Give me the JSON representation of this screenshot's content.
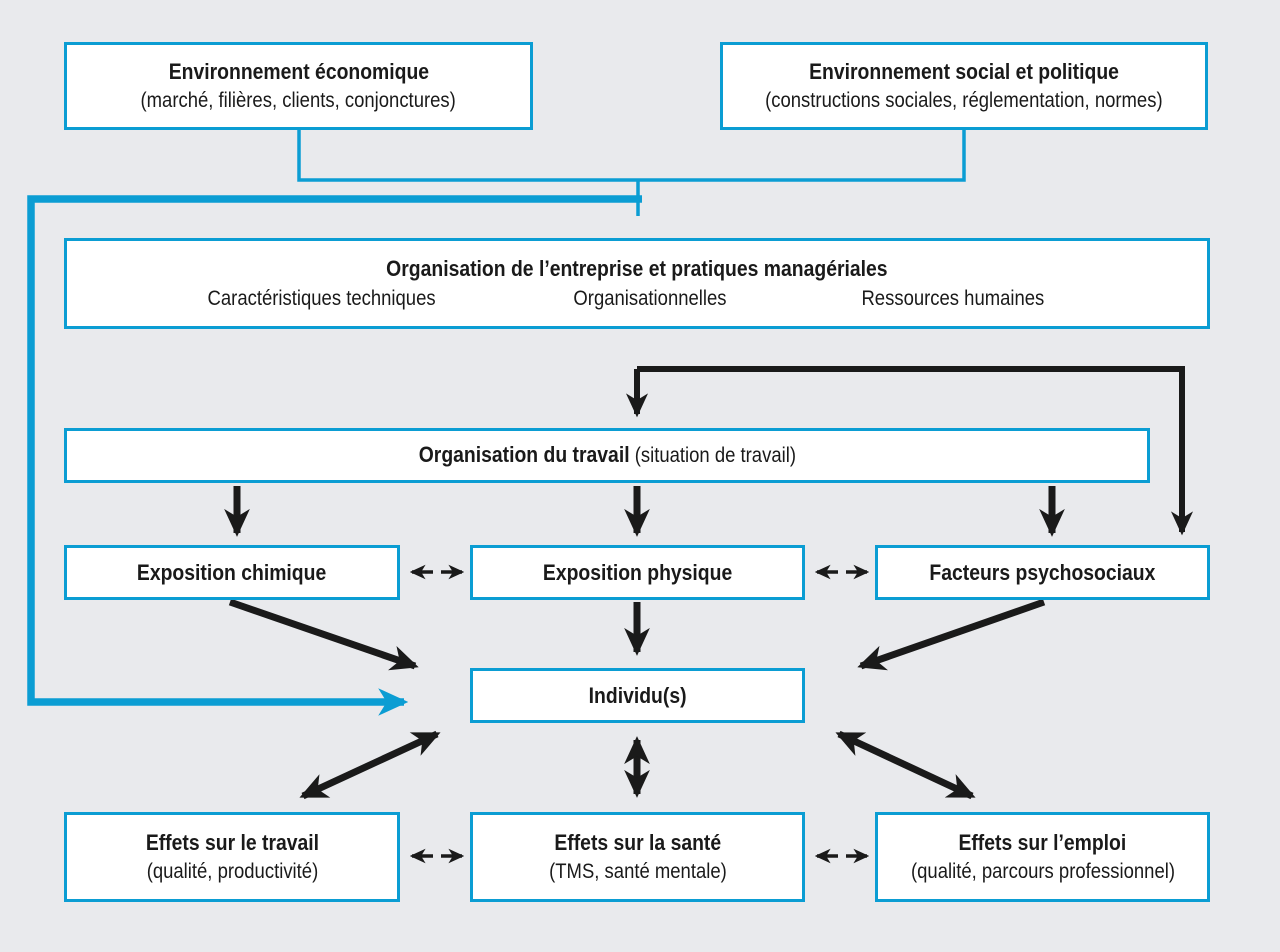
{
  "diagram": {
    "description": "Flow diagram of determinants of work exposures and their effects on individuals",
    "colors": {
      "accent_blue": "#0b9dd3",
      "line_black": "#1a1a1a",
      "background": "#e9eaed",
      "box_fill": "#ffffff"
    },
    "boxes": {
      "env_economique": {
        "title": "Environnement économique",
        "subtitle": "(marché, filières, clients, conjonctures)"
      },
      "env_social": {
        "title": "Environnement social et politique",
        "subtitle": "(constructions sociales, réglementation, normes)"
      },
      "organisation_entreprise": {
        "title": "Organisation de l’entreprise et pratiques managériales",
        "col1": "Caractéristiques techniques",
        "col2": "Organisationnelles",
        "col3": "Ressources humaines"
      },
      "organisation_travail": {
        "title": "Organisation du travail",
        "suffix": " (situation de travail)"
      },
      "exposition_chimique": {
        "title": "Exposition chimique"
      },
      "exposition_physique": {
        "title": "Exposition physique"
      },
      "facteurs_psychosociaux": {
        "title": "Facteurs psychosociaux"
      },
      "individus": {
        "title": "Individu(s)"
      },
      "effets_travail": {
        "title": "Effets sur le travail",
        "subtitle": "(qualité, productivité)"
      },
      "effets_sante": {
        "title": "Effets sur la santé",
        "subtitle": "(TMS, santé mentale)"
      },
      "effets_emploi": {
        "title": "Effets sur l’emploi",
        "subtitle": "(qualité, parcours professionnel)"
      }
    }
  }
}
